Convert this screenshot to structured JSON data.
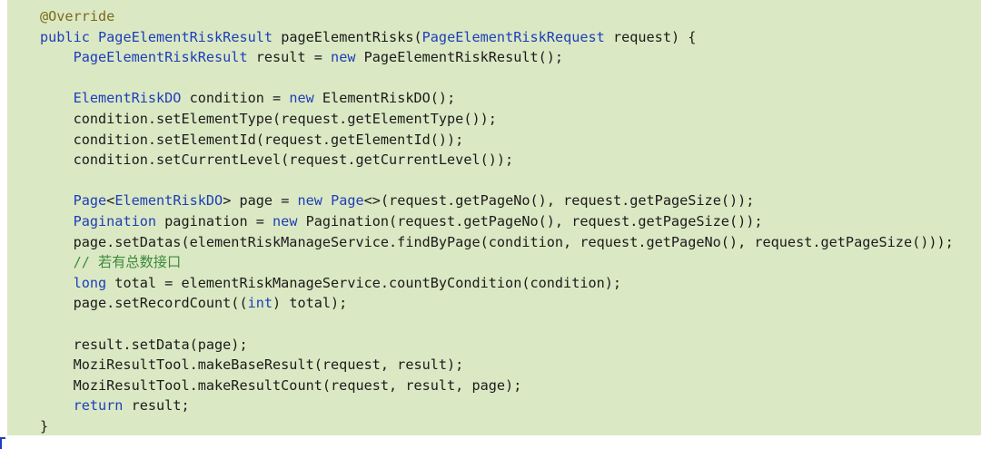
{
  "code": {
    "lines": [
      [
        {
          "t": "@Override",
          "k": "annotation"
        }
      ],
      [
        {
          "t": "public ",
          "k": "keyword"
        },
        {
          "t": "PageElementRiskResult",
          "k": "type"
        },
        {
          "t": " pageElementRisks(",
          "k": "plain"
        },
        {
          "t": "PageElementRiskRequest",
          "k": "type"
        },
        {
          "t": " request) {",
          "k": "plain"
        }
      ],
      [
        {
          "t": "    ",
          "k": "plain"
        },
        {
          "t": "PageElementRiskResult",
          "k": "type"
        },
        {
          "t": " result = ",
          "k": "plain"
        },
        {
          "t": "new",
          "k": "keyword"
        },
        {
          "t": " PageElementRiskResult();",
          "k": "plain"
        }
      ],
      [],
      [
        {
          "t": "    ",
          "k": "plain"
        },
        {
          "t": "ElementRiskDO",
          "k": "type"
        },
        {
          "t": " condition = ",
          "k": "plain"
        },
        {
          "t": "new",
          "k": "keyword"
        },
        {
          "t": " ElementRiskDO();",
          "k": "plain"
        }
      ],
      [
        {
          "t": "    condition.setElementType(request.getElementType());",
          "k": "plain"
        }
      ],
      [
        {
          "t": "    condition.setElementId(request.getElementId());",
          "k": "plain"
        }
      ],
      [
        {
          "t": "    condition.setCurrentLevel(request.getCurrentLevel());",
          "k": "plain"
        }
      ],
      [],
      [
        {
          "t": "    ",
          "k": "plain"
        },
        {
          "t": "Page",
          "k": "type"
        },
        {
          "t": "<",
          "k": "plain"
        },
        {
          "t": "ElementRiskDO",
          "k": "type"
        },
        {
          "t": "> page = ",
          "k": "plain"
        },
        {
          "t": "new",
          "k": "keyword"
        },
        {
          "t": " ",
          "k": "plain"
        },
        {
          "t": "Page",
          "k": "type"
        },
        {
          "t": "<>(request.getPageNo(), request.getPageSize());",
          "k": "plain"
        }
      ],
      [
        {
          "t": "    ",
          "k": "plain"
        },
        {
          "t": "Pagination",
          "k": "type"
        },
        {
          "t": " pagination = ",
          "k": "plain"
        },
        {
          "t": "new",
          "k": "keyword"
        },
        {
          "t": " Pagination(request.getPageNo(), request.getPageSize());",
          "k": "plain"
        }
      ],
      [
        {
          "t": "    page.setDatas(elementRiskManageService.findByPage(condition, request.getPageNo(), request.getPageSize()));",
          "k": "plain"
        }
      ],
      [
        {
          "t": "    ",
          "k": "plain"
        },
        {
          "t": "// 若有总数接口",
          "k": "comment"
        }
      ],
      [
        {
          "t": "    ",
          "k": "plain"
        },
        {
          "t": "long",
          "k": "keyword"
        },
        {
          "t": " total = elementRiskManageService.countByCondition(condition);",
          "k": "plain"
        }
      ],
      [
        {
          "t": "    page.setRecordCount((",
          "k": "plain"
        },
        {
          "t": "int",
          "k": "keyword"
        },
        {
          "t": ") total);",
          "k": "plain"
        }
      ],
      [],
      [
        {
          "t": "    result.setData(page);",
          "k": "plain"
        }
      ],
      [
        {
          "t": "    MoziResultTool.makeBaseResult(request, result);",
          "k": "plain"
        }
      ],
      [
        {
          "t": "    MoziResultTool.makeResultCount(request, result, page);",
          "k": "plain"
        }
      ],
      [
        {
          "t": "    ",
          "k": "plain"
        },
        {
          "t": "return",
          "k": "keyword"
        },
        {
          "t": " result;",
          "k": "plain"
        }
      ],
      [
        {
          "t": "}",
          "k": "plain"
        }
      ]
    ]
  },
  "colors": {
    "background": "#dbe8c4",
    "keyword": "#1d3fb8",
    "annotation": "#7a6a1a",
    "comment": "#3c8a3c",
    "text": "#1b1b1b"
  }
}
